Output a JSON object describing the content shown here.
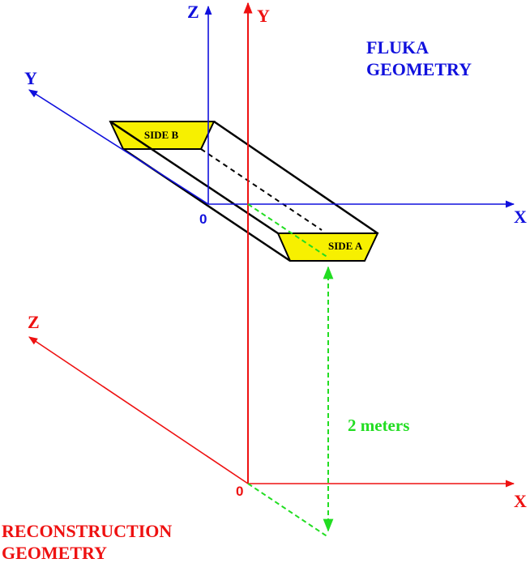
{
  "colors": {
    "fluka": "#1010dd",
    "reconstruction": "#ee1111",
    "annotation": "#22dd22",
    "detector_fill": "#f7f000",
    "detector_outline": "#000000"
  },
  "fluka": {
    "title_line1": "FLUKA",
    "title_line2": "GEOMETRY",
    "axis_x": "X",
    "axis_y": "Y",
    "axis_z": "Z",
    "origin": "0"
  },
  "reconstruction": {
    "title_line1": "RECONSTRUCTION",
    "title_line2": "GEOMETRY",
    "axis_x": "X",
    "axis_y": "Y",
    "axis_z": "Z",
    "origin": "0"
  },
  "detector": {
    "side_a": "SIDE A",
    "side_b": "SIDE B"
  },
  "annotation": {
    "distance": "2 meters"
  }
}
